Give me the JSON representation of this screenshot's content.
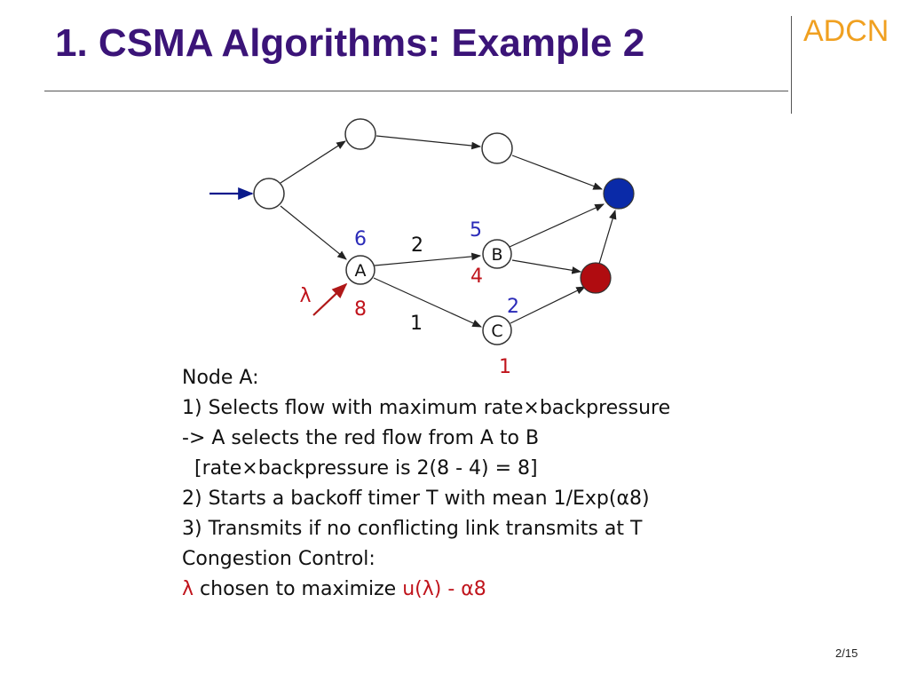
{
  "slide": {
    "title": "1. CSMA Algorithms: Example 2",
    "brand": "ADCN",
    "page_number": "2/15"
  },
  "diagram": {
    "node_labels": {
      "A": "A",
      "B": "B",
      "C": "C"
    },
    "edge_rates": {
      "ab": "2",
      "ac": "1"
    },
    "blue_backlogs": {
      "A": "6",
      "B": "5",
      "C": "2"
    },
    "red_backlogs": {
      "A": "8",
      "B": "4",
      "C": "1"
    },
    "arrival_label": "λ",
    "colors": {
      "blue_flow": "#3b1478",
      "red_flow": "#c0141c",
      "blue_node": "#0a2aa8",
      "red_node": "#b00c10"
    }
  },
  "text": {
    "line1": "Node A:",
    "line2": "1) Selects flow with maximum rate×backpressure",
    "line3": "-> A selects the red flow from A to B",
    "line4": "  [rate×backpressure is 2(8 - 4) = 8]",
    "line5": "2) Starts a backoff timer T with mean 1/Exp(α8)",
    "line6": "3) Transmits if no conflicting link transmits at T",
    "line7": "Congestion Control:",
    "line8_lambda": "λ",
    "line8_mid": " chosen to maximize ",
    "line8_u": "u(λ)",
    "line8_end": " - α8"
  }
}
